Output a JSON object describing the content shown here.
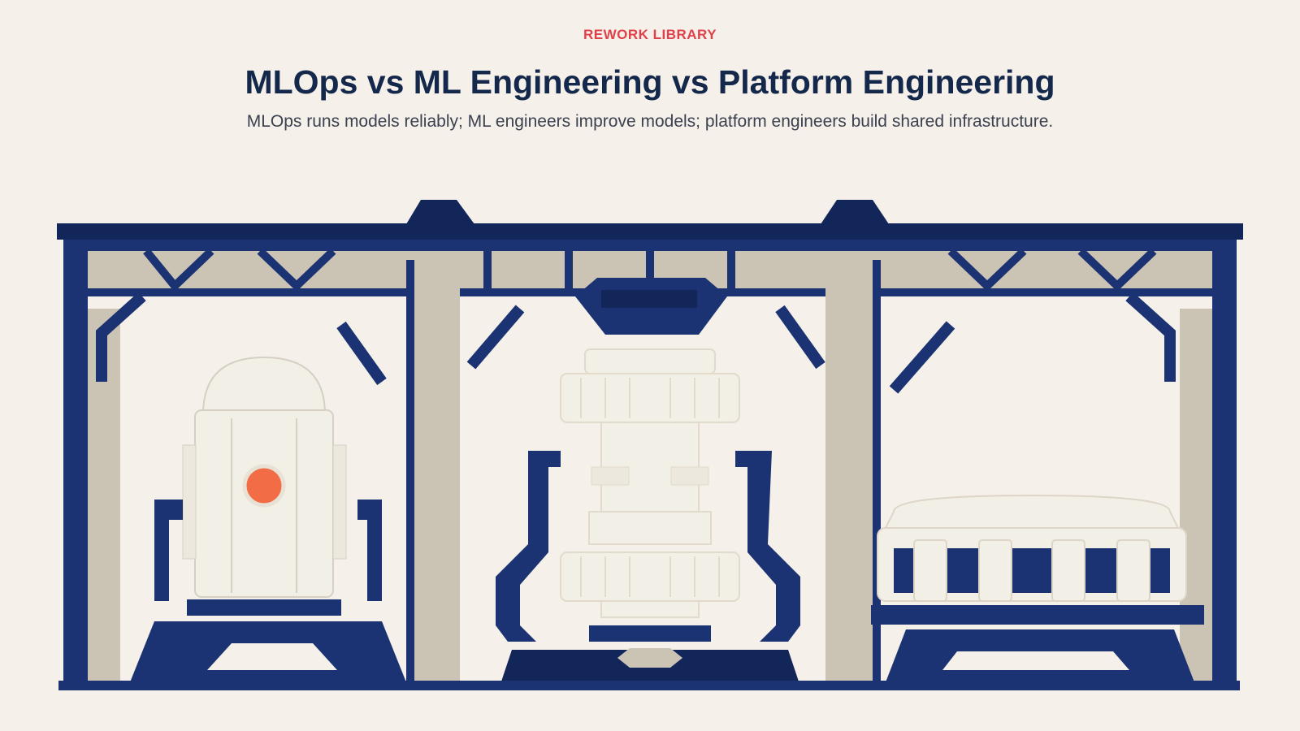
{
  "header": {
    "eyebrow": "REWORK LIBRARY",
    "title": "MLOps vs ML Engineering vs Platform Engineering",
    "subtitle": "MLOps runs models reliably; ML engineers improve models; platform engineers build shared infrastructure."
  },
  "colors": {
    "background": "#f5f1ea",
    "navy": "#1b3372",
    "navy_dark": "#13265a",
    "beige": "#cbc3b4",
    "cream": "#f2efe6",
    "accent": "#f26d45",
    "eyebrow": "#e0404a",
    "title": "#14284b"
  }
}
